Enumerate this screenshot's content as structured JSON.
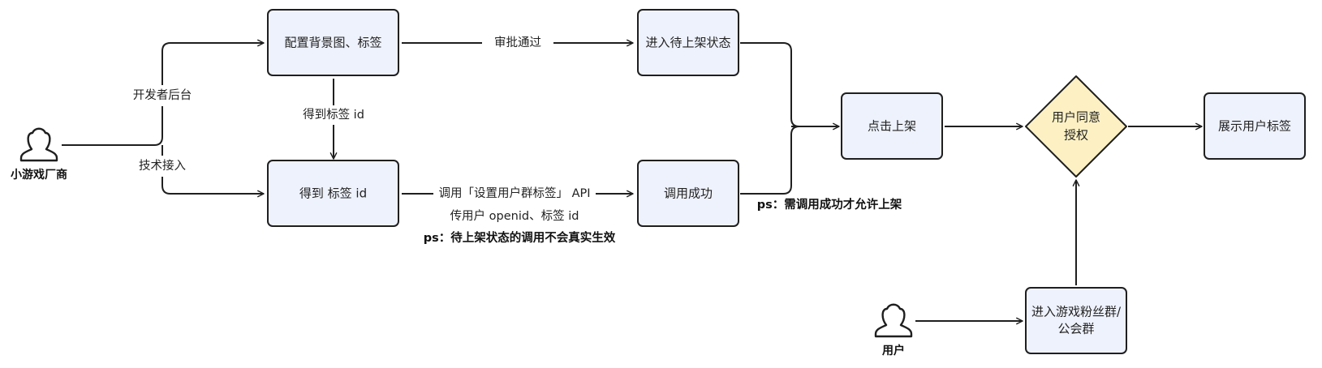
{
  "actors": {
    "developer": "小游戏厂商",
    "user": "用户"
  },
  "nodes": {
    "config": "配置背景图、标签",
    "get_tag": "得到 标签 id",
    "pending": "进入待上架状态",
    "call_success": "调用成功",
    "click_publish": "点击上架",
    "consent_line1": "用户同意",
    "consent_line2": "授权",
    "show_tag": "展示用户标签",
    "enter_group_line1": "进入游戏粉丝群/",
    "enter_group_line2": "公会群"
  },
  "edge_labels": {
    "dev_backend": "开发者后台",
    "tech_access": "技术接入",
    "approved": "审批通过",
    "got_tag_id": "得到标签 id",
    "call_api_line1": "调用「设置用户群标签」 API",
    "call_api_line2": "传用户 openid、标签 id"
  },
  "notes": {
    "pending_note": "ps：待上架状态的调用不会真实生效",
    "publish_note": "ps：需调用成功才允许上架"
  },
  "colors": {
    "box_fill": "#eef2fc",
    "box_stroke": "#1f1f1f",
    "diamond_fill": "#fdf1c4",
    "line": "#1f1f1f"
  }
}
